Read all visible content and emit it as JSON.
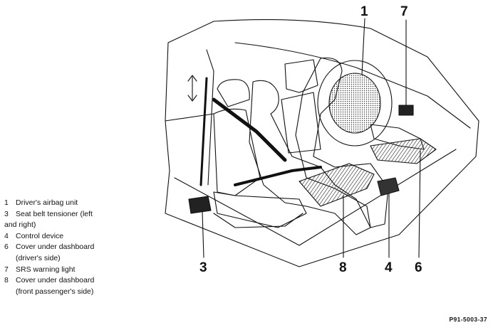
{
  "legend": [
    {
      "num": "1",
      "text": "Driver's airbag unit",
      "cont": ""
    },
    {
      "num": "3",
      "text": "Seat belt tensioner (left",
      "cont": "and right)"
    },
    {
      "num": "4",
      "text": "Control device",
      "cont": ""
    },
    {
      "num": "6",
      "text": "Cover under dashboard",
      "cont": "(driver's side)"
    },
    {
      "num": "7",
      "text": "SRS warning light",
      "cont": ""
    },
    {
      "num": "8",
      "text": "Cover under dashboard",
      "cont": "(front passenger's side)"
    }
  ],
  "callouts": {
    "c1": "1",
    "c7": "7",
    "c3": "3",
    "c8": "8",
    "c4": "4",
    "c6": "6"
  },
  "figure_code": "P91-5003-37",
  "colors": {
    "ink": "#111111",
    "panel": "#3a3a3a",
    "background": "#ffffff"
  }
}
